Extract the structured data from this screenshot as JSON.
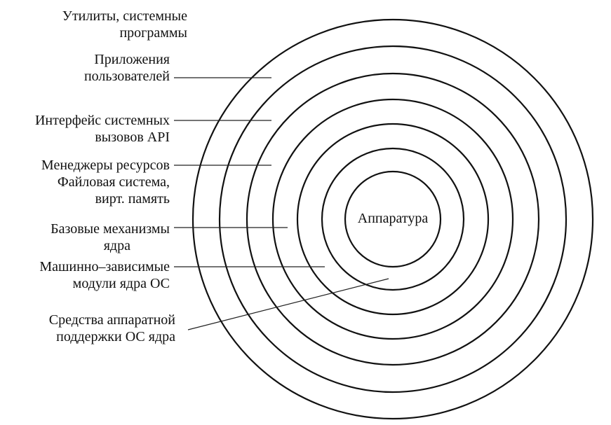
{
  "diagram": {
    "center_label": "Аппаратура",
    "labels": {
      "utilities": [
        "Утилиты, системные",
        "программы"
      ],
      "applications": [
        "Приложения",
        "пользователей"
      ],
      "api": [
        "Интерфейс системных",
        "вызовов API"
      ],
      "resources": [
        "Менеджеры ресурсов",
        "Файловая система,",
        "вирт. память"
      ],
      "kernel_base": [
        "Базовые механизмы",
        "ядра"
      ],
      "machine_dependent": [
        "Машинно–зависимые",
        "модули ядра ОС"
      ],
      "hw_support": [
        "Средства аппаратной",
        "поддержки ОС ядра"
      ]
    }
  }
}
